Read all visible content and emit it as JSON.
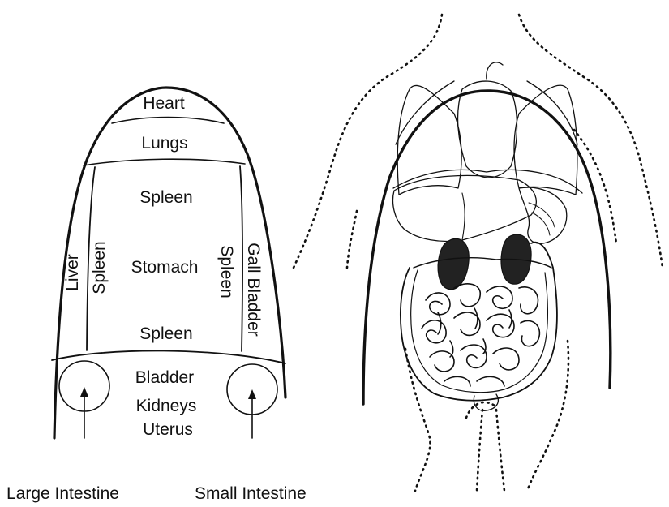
{
  "diagram": {
    "map_labels": {
      "heart": "Heart",
      "lungs": "Lungs",
      "spleen_top": "Spleen",
      "liver": "Liver",
      "spleen_left": "Spleen",
      "stomach": "Stomach",
      "spleen_right": "Spleen",
      "gall_bladder": "Gall Bladder",
      "spleen_bottom": "Spleen",
      "bladder": "Bladder",
      "kidneys": "Kidneys",
      "uterus": "Uterus"
    },
    "bottom_labels": {
      "large_intestine": "Large Intestine",
      "small_intestine": "Small Intestine"
    }
  }
}
